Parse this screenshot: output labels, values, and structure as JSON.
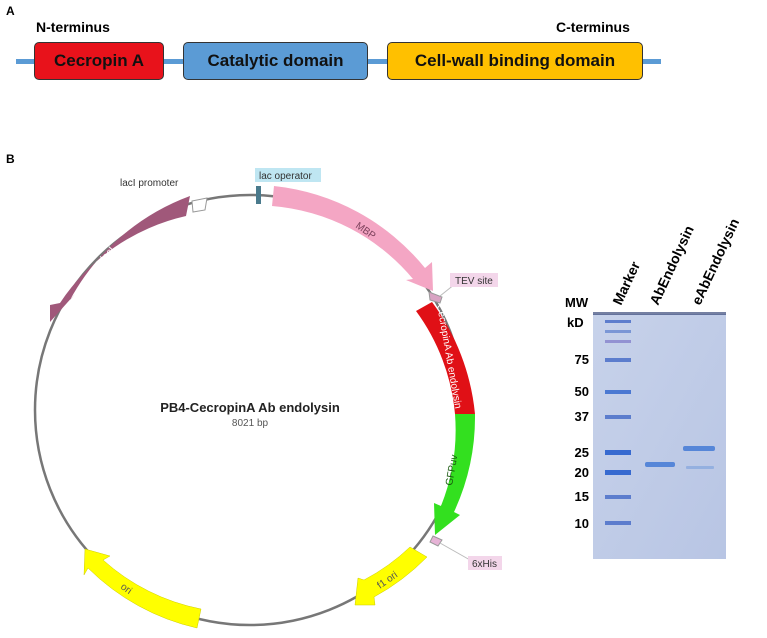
{
  "panel_a": {
    "letter": "A",
    "n_terminus": "N-terminus",
    "c_terminus": "C-terminus",
    "domains": [
      {
        "label": "Cecropin A",
        "color": "#e8121b"
      },
      {
        "label": "Catalytic domain",
        "color": "#5b9bd5"
      },
      {
        "label": "Cell-wall binding domain",
        "color": "#ffc000"
      }
    ]
  },
  "panel_b": {
    "letter": "B",
    "plasmid": {
      "name": "PB4-CecropinA Ab endolysin",
      "size": "8021 bp",
      "features": {
        "laci_promoter": "lacI promoter",
        "lac_operator": "lac operator",
        "mbp": "MBP",
        "tev_site": "TEV site",
        "cecropin_endolysin": "CecropinA Ab endolysin",
        "gfpuv": "GFPuv",
        "his_tag": "6xHis",
        "f1_ori": "f1 ori",
        "ori": "ori",
        "laci": "lacI"
      },
      "colors": {
        "laci": "#a0587a",
        "mbp": "#f4a6c4",
        "cecropin_endolysin": "#e01016",
        "gfpuv": "#33e01f",
        "ori": "#ffff00",
        "backbone": "#777777"
      }
    },
    "gel": {
      "lanes": [
        "Marker",
        "AbEndolysin",
        "eAbEndolysin"
      ],
      "mw_label": "MW",
      "kd_label": "kD",
      "markers": [
        "75",
        "50",
        "37",
        "25",
        "20",
        "15",
        "10"
      ]
    }
  }
}
